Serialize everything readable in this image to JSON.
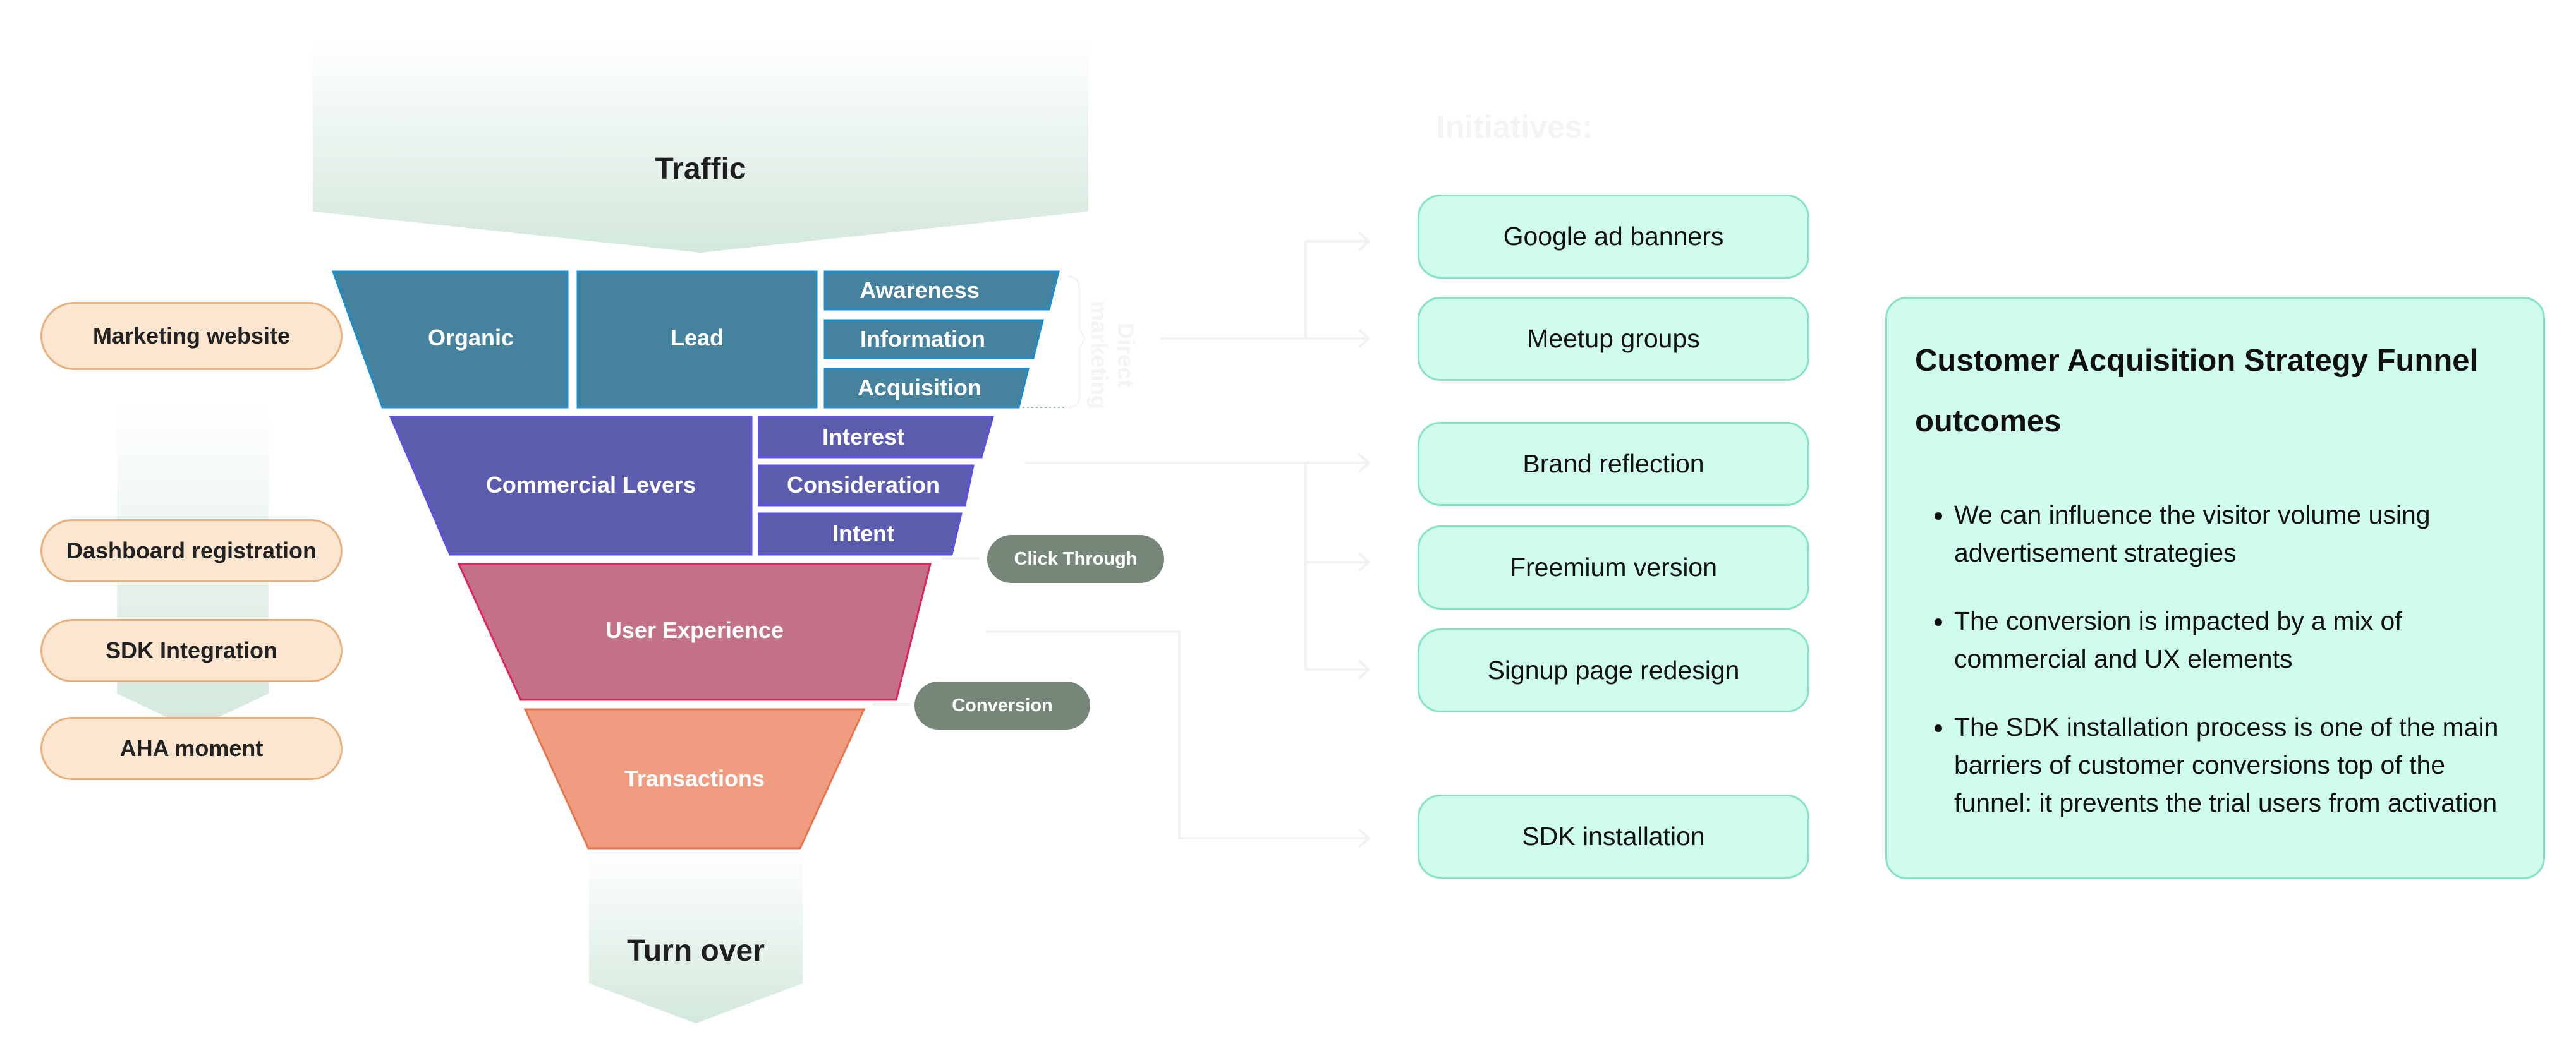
{
  "diagram": {
    "traffic_label": "Traffic",
    "turnover_label": "Turn over",
    "initiatives_heading": "Initiatives:",
    "direct_marketing_label": "Direct marketing",
    "funnel": {
      "tier1": {
        "color": "#44829d",
        "border": "#1a8fd0",
        "blocks": [
          "Organic",
          "Lead"
        ],
        "stages": [
          "Awareness",
          "Information",
          "Acquisition"
        ]
      },
      "tier2": {
        "color": "#5c5caf",
        "border": "#5a4fe6",
        "block": "Commercial Levers",
        "stages": [
          "Interest",
          "Consideration",
          "Intent"
        ]
      },
      "tier3": {
        "color": "#c27186",
        "border": "#e0245e",
        "label": "User Experience"
      },
      "tier4": {
        "color": "#f09c80",
        "border": "#e8754f",
        "label": "Transactions"
      }
    },
    "metrics": [
      {
        "label": "Click Through"
      },
      {
        "label": "Conversion"
      }
    ],
    "journey_steps": [
      {
        "label": "Marketing website"
      },
      {
        "label": "Dashboard registration"
      },
      {
        "label": "SDK Integration"
      },
      {
        "label": "AHA moment"
      }
    ],
    "initiatives": [
      {
        "label": "Google ad banners"
      },
      {
        "label": "Meetup groups"
      },
      {
        "label": "Brand reflection"
      },
      {
        "label": "Freemium version"
      },
      {
        "label": "Signup page redesign"
      },
      {
        "label": "SDK installation"
      }
    ],
    "outcomes": {
      "title": "Customer Acquisition Strategy Funnel outcomes",
      "bullets": [
        "We can influence the visitor volume using advertisement strategies",
        "The conversion is impacted by a mix of commercial and UX elements",
        "The SDK installation process is one of the main barriers of customer conversions top of the funnel: it prevents the trial users from activation"
      ]
    },
    "colors": {
      "initiative_fill": "#cffcee",
      "initiative_border": "#86e3c6",
      "peach_fill": "#fde6d0",
      "peach_border": "#e8b07e",
      "metric_fill": "#76877a",
      "arrow_fill_top": "#f9fbfa",
      "arrow_fill_bottom": "#d3e8dc"
    }
  }
}
